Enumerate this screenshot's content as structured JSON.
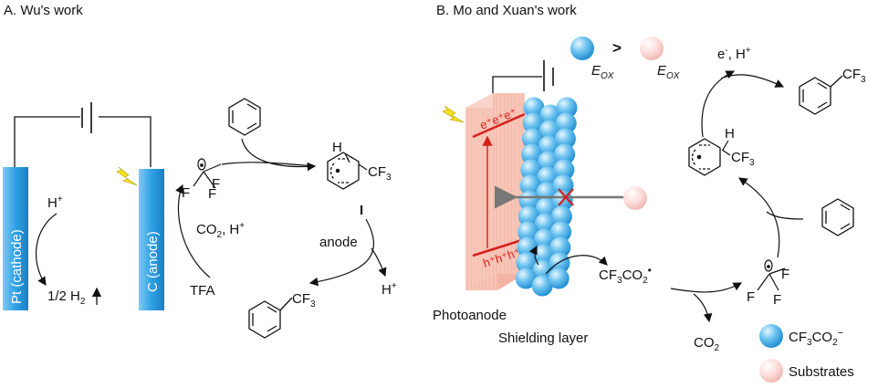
{
  "panel_a": {
    "title": "A. Wu's work",
    "cathode_label": "Pt (cathode)",
    "anode_label": "C (anode)",
    "h_plus": "H",
    "h2_label": "1/2 H",
    "tfa": "TFA",
    "co2_h": "CO",
    "co2_h_tail": ", H",
    "radical_f": "F",
    "intermediate_id": "I",
    "h_atom": "H",
    "cf3": "CF",
    "anode_step": "anode",
    "h_plus_out": "H",
    "product_cf3": "CF"
  },
  "panel_b": {
    "title": "B. Mo and Xuan's work",
    "eox_left": "E",
    "eox_sub": "OX",
    "greater_than": ">",
    "eox_right": "E",
    "electrons": "e⁺e⁺e⁺",
    "holes": "h⁺h⁺h⁺h⁺",
    "photoanode": "Photoanode",
    "shielding": "Shielding layer",
    "cf3co2_radical": "CF",
    "e_h": "e",
    "e_h_tail": ", H",
    "h_atom": "H",
    "cf3_top": "CF",
    "cf3_mid": "CF",
    "co2": "CO",
    "radical_f": "F",
    "legend_anion": "CF",
    "legend_substrates": "Substrates"
  },
  "colors": {
    "electrode_blue": "#3aa7e6",
    "photoanode_pink": "#f6c2b4",
    "sphere_blue": "#4fb3ea",
    "substrate_pink": "#f8d4d0",
    "red": "#d61f1f",
    "lightning": "#f5e21b"
  }
}
